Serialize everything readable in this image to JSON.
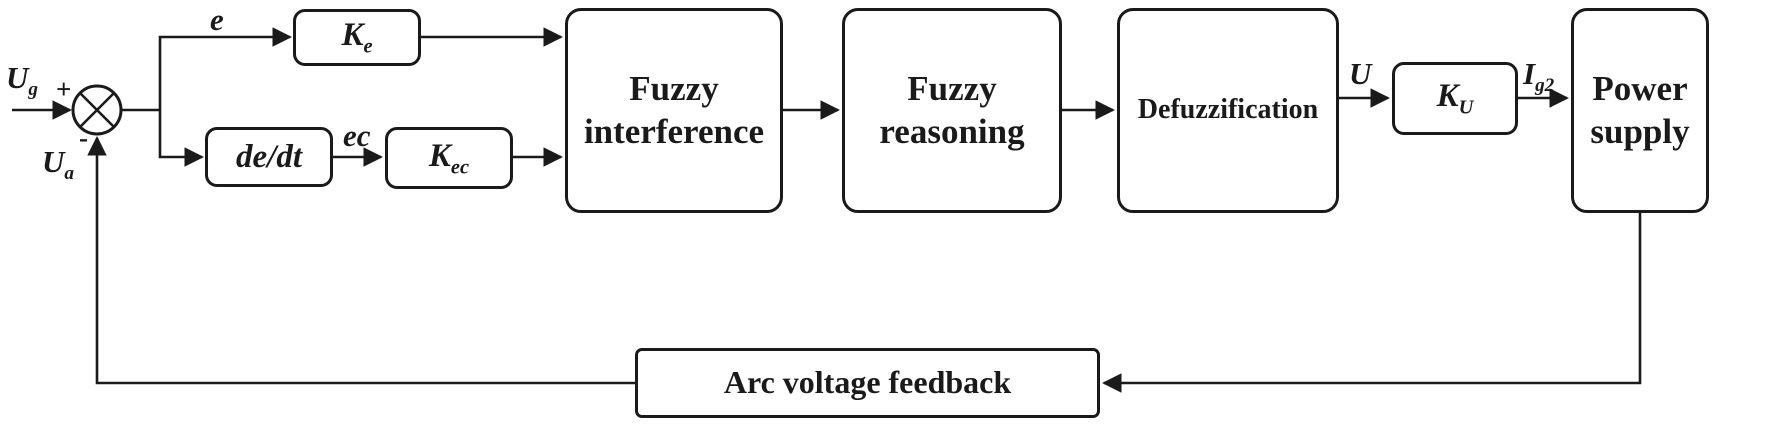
{
  "ink_color": "#1a1a1a",
  "signals": {
    "ug": {
      "base": "U",
      "sub": "g"
    },
    "ua": {
      "base": "U",
      "sub": "a"
    },
    "plus": "+",
    "minus": "-",
    "e": "e",
    "ec": "ec",
    "u": "U",
    "ig2": {
      "base": "I",
      "sub": "g2"
    }
  },
  "blocks": {
    "ke": {
      "base": "K",
      "sub": "e"
    },
    "dedt": "de/dt",
    "kec": {
      "base": "K",
      "sub": "ec"
    },
    "fuzzy_interference": "Fuzzy interference",
    "fuzzy_reasoning": "Fuzzy reasoning",
    "defuzzification": "Defuzzification",
    "ku": {
      "base": "K",
      "sub": "U"
    },
    "power_supply": "Power supply",
    "arc_voltage_feedback": "Arc voltage feedback"
  }
}
